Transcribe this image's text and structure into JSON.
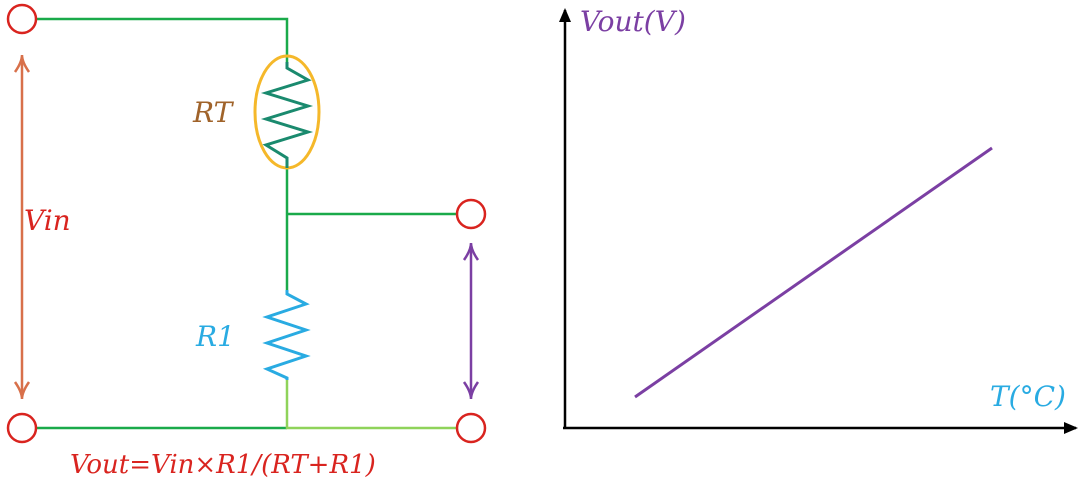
{
  "circuit": {
    "labels": {
      "thermistor": "RT",
      "resistor": "R1",
      "input_voltage": "Vin",
      "formula": "Vout=Vin×R1/(RT+R1)"
    },
    "colors": {
      "wire": "#1aaa4a",
      "wire_light": "#8fd35a",
      "terminal": "#d9241f",
      "thermistor": "#1a8a6e",
      "thermistor_ring": "#f5b82a",
      "resistor": "#29abe2",
      "vin_arrow": "#d8704a",
      "vout_arrow": "#7b3fa3",
      "rt_label": "#a0632a",
      "r1_label": "#29abe2",
      "vin_label": "#d9241f",
      "formula": "#d9241f"
    }
  },
  "graph": {
    "y_axis_label": "Vout(V)",
    "x_axis_label": "T(°C)",
    "colors": {
      "axis": "#000000",
      "line": "#7b3fa3",
      "y_label": "#7b3fa3",
      "x_label": "#29abe2"
    }
  }
}
